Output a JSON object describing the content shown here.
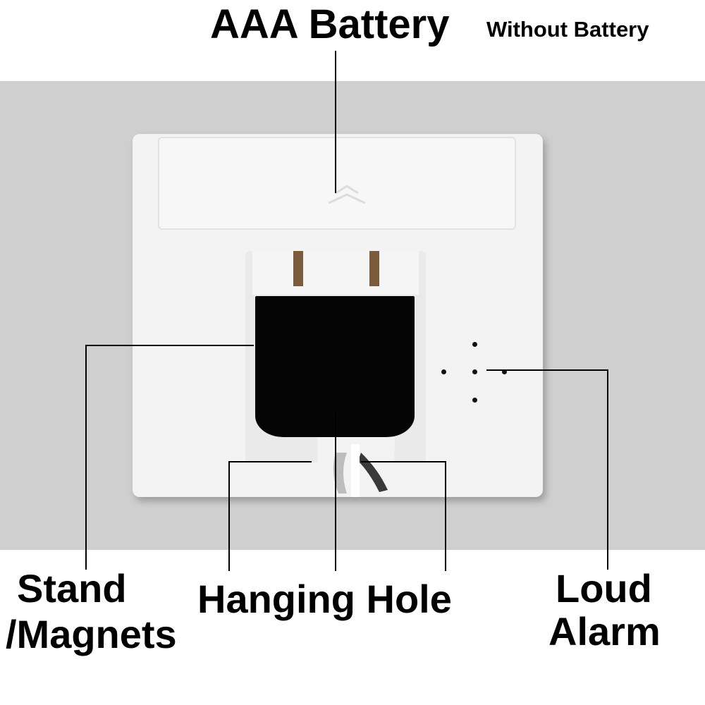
{
  "labels": {
    "battery_main": "AAA Battery",
    "battery_note": "Without Battery",
    "stand_line1": "Stand",
    "stand_line2": "/Magnets",
    "hanging_hole": "Hanging Hole",
    "loud_line1": "Loud",
    "loud_line2": "Alarm"
  },
  "colors": {
    "backdrop": "#cfcfcf",
    "device_body": "#f3f3f3",
    "stand_panel": "#050505",
    "text": "#000000"
  }
}
